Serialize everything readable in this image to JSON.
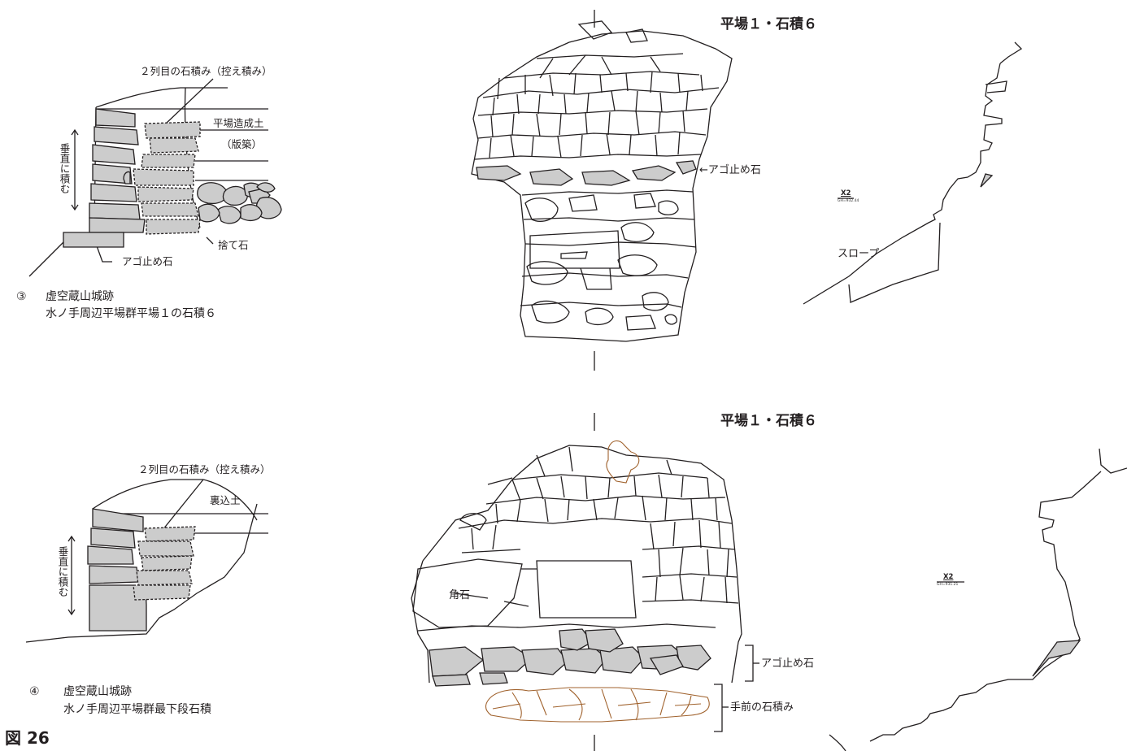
{
  "figure_number": "図 26",
  "panel_3": {
    "caption_number": "③",
    "caption_line1": "虚空蔵山城跡",
    "caption_line2": "水ノ手周辺平場群平場１の石積６",
    "section": {
      "second_row": "２列目の石積み（控え積み）",
      "fill_soil": "平場造成土",
      "fill_soil_sub": "（版築）",
      "vertical": "垂直に積む",
      "rubble": "捨て石",
      "ago_stone": "アゴ止め石"
    },
    "elevation": {
      "title": "平場１・石積６",
      "ago_stone": "←アゴ止め石"
    },
    "plan": {
      "slope": "スロープ",
      "point": "X2",
      "elevation": "GH=932.44"
    }
  },
  "panel_4": {
    "caption_number": "④",
    "caption_line1": "虚空蔵山城跡",
    "caption_line2": "水ノ手周辺平場群最下段石積",
    "section": {
      "second_row": "２列目の石積み（控え積み）",
      "back_fill": "裏込土",
      "vertical": "垂直に積む"
    },
    "elevation": {
      "title": "平場１・石積６",
      "corner_stone": "角石",
      "ago_stone": "アゴ止め石",
      "front_wall": "手前の石積み"
    },
    "plan": {
      "point": "X2",
      "elevation": "GH=931.21"
    }
  },
  "colors": {
    "line": "#231f20",
    "stone_fill": "#cccccc",
    "front_wall": "#a0622d"
  }
}
